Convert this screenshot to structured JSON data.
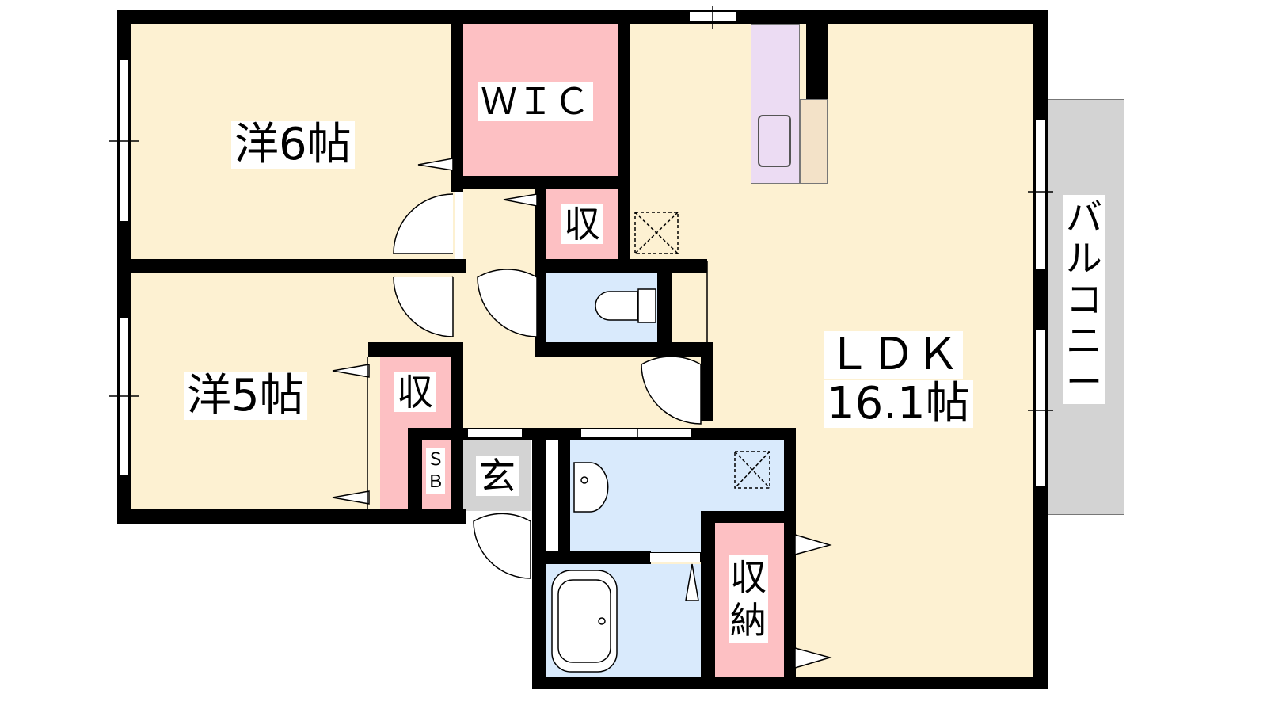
{
  "colors": {
    "bedroom": "#fdf1d2",
    "storage": "#fdc0c3",
    "water": "#d9eafc",
    "entrance": "#d3d3d3",
    "balcony": "#d3d3d3",
    "kitchen": "#ecdcf3",
    "counter": "#f3e2c8",
    "wall": "#000000"
  },
  "rooms": {
    "western6": "洋6帖",
    "western5": "洋5帖",
    "wic": "ＷＩＣ",
    "storage1": "収",
    "storage2": "収",
    "ldk_name": "ＬＤＫ",
    "ldk_size": "16.1帖",
    "balcony": "バルコニー",
    "entrance": "玄",
    "shoebox": "ＳＢ",
    "closet": "収納"
  }
}
